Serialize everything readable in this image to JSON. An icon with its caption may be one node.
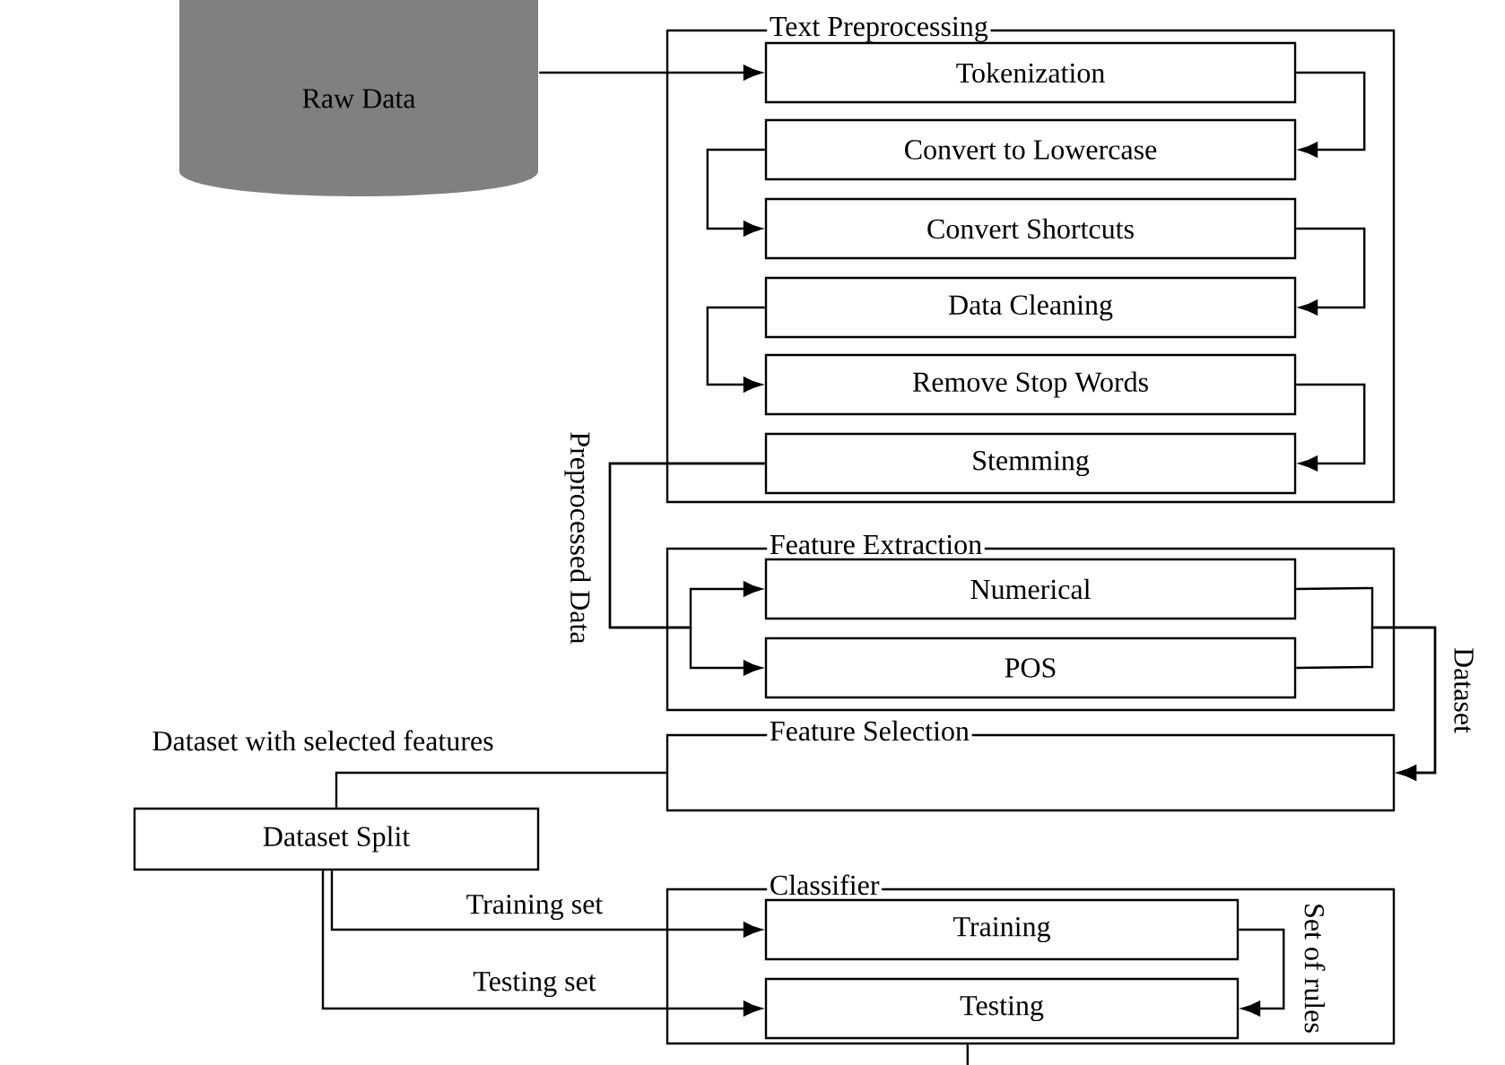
{
  "diagram": {
    "nodes": [
      {
        "text": [
          "Raw Data"
        ]
      },
      {
        "text": [
          "Text Preprocessing"
        ]
      },
      {
        "text": [
          "Tokenization"
        ],
        "in": 1
      },
      {
        "text": [
          "Convert to Lowercase"
        ],
        "in": 1
      },
      {
        "text": [
          "Convert Shortcuts"
        ],
        "in": 1
      },
      {
        "text": [
          "Data Cleaning"
        ],
        "in": 1
      },
      {
        "text": [
          "Remove Stop Words"
        ],
        "in": 1
      },
      {
        "text": [
          "Stemming"
        ],
        "in": 1
      },
      {
        "text": [
          "Feature Extraction"
        ]
      },
      {
        "text": [
          "Numerical"
        ],
        "in": 8
      },
      {
        "text": [
          "POS"
        ],
        "in": 8
      },
      {
        "text": [
          "Feature Selection"
        ]
      },
      {
        "text": [
          "Dataset Split"
        ]
      },
      {
        "text": [
          "Classifier"
        ]
      },
      {
        "text": [
          "Training"
        ],
        "in": 13
      },
      {
        "text": [
          "Testing"
        ],
        "in": 13
      }
    ],
    "edges": [
      {
        "from": 0,
        "to": 2,
        "arrow": "to"
      },
      {
        "from": 2,
        "to": 3,
        "arrow": "to"
      },
      {
        "from": 3,
        "to": 4,
        "arrow": "to"
      },
      {
        "from": 4,
        "to": 5,
        "arrow": "to"
      },
      {
        "from": 5,
        "to": 6,
        "arrow": "to"
      },
      {
        "from": 6,
        "to": 7,
        "arrow": "to"
      },
      {
        "from": 7,
        "to": 9,
        "arrow": "to",
        "label": "Preprocessed Data"
      },
      {
        "from": 7,
        "to": 10,
        "arrow": "to"
      },
      {
        "from": 9,
        "to": 11,
        "arrow": "to",
        "label": "Dataset"
      },
      {
        "from": 10,
        "to": 11,
        "arrow": "to"
      },
      {
        "from": 11,
        "to": 12,
        "arrow": "none",
        "label": "Dataset with selected features"
      },
      {
        "from": 12,
        "to": 14,
        "arrow": "to",
        "label": "Training set"
      },
      {
        "from": 12,
        "to": 15,
        "arrow": "to",
        "label": "Testing set"
      },
      {
        "from": 14,
        "to": 15,
        "arrow": "to",
        "label": "Set of rules"
      },
      {
        "from": 13,
        "to": null,
        "arrow": "none"
      }
    ]
  }
}
